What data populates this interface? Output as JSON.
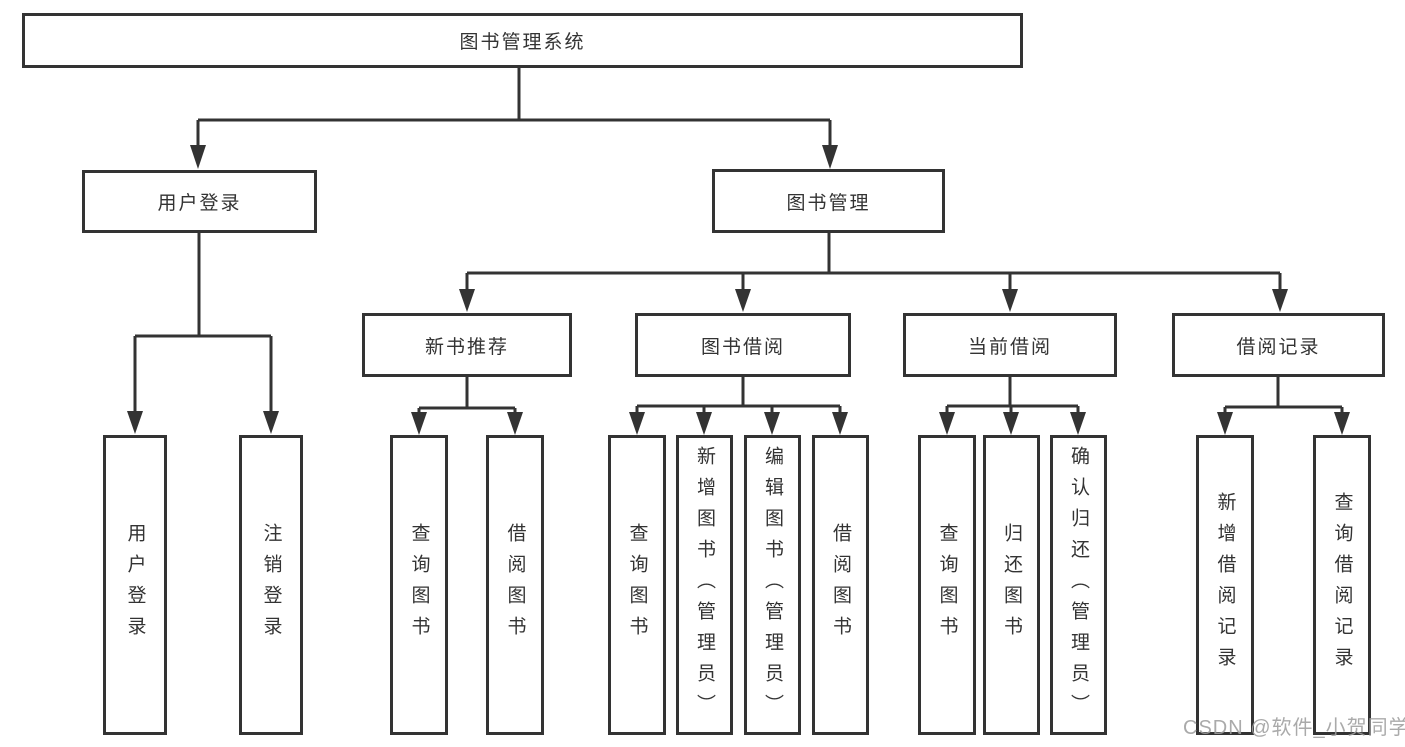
{
  "root": {
    "label": "图书管理系统"
  },
  "branches": {
    "user": {
      "label": "用户登录",
      "children": [
        {
          "label": "用户登录"
        },
        {
          "label": "注销登录"
        }
      ]
    },
    "book": {
      "label": "图书管理",
      "sections": [
        {
          "label": "新书推荐",
          "children": [
            {
              "label": "查询图书"
            },
            {
              "label": "借阅图书"
            }
          ]
        },
        {
          "label": "图书借阅",
          "children": [
            {
              "label": "查询图书"
            },
            {
              "label": "新增图书（管理员）"
            },
            {
              "label": "编辑图书（管理员）"
            },
            {
              "label": "借阅图书"
            }
          ]
        },
        {
          "label": "当前借阅",
          "children": [
            {
              "label": "查询图书"
            },
            {
              "label": "归还图书"
            },
            {
              "label": "确认归还（管理员）"
            }
          ]
        },
        {
          "label": "借阅记录",
          "children": [
            {
              "label": "新增借阅记录"
            },
            {
              "label": "查询借阅记录"
            }
          ]
        }
      ]
    }
  },
  "watermark": "CSDN @软件_小贺同学",
  "colors": {
    "line": "#333333",
    "text": "#333333",
    "box_bg": "#ffffff",
    "watermark": "#9e9e9e"
  }
}
